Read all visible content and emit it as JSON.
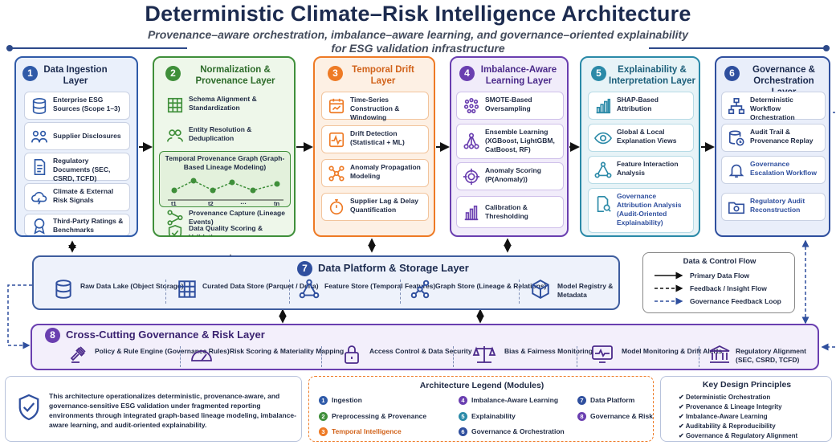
{
  "title": "Deterministic Climate–Risk Intelligence Architecture",
  "subtitle_line1": "Provenance–aware orchestration, imbalance–aware learning, and governance–oriented explainability",
  "subtitle_line2": "for ESG validation infrastructure",
  "colors": {
    "l1": "#2f5aa8",
    "l2": "#3f8f3a",
    "l3": "#ee7a25",
    "l4": "#6a3fb0",
    "l5": "#2b8aa8",
    "l6": "#2f4f9e",
    "navy": "#1c2b4f"
  },
  "layers": [
    {
      "num": "1",
      "title": "Data Ingestion Layer",
      "items": [
        "Enterprise ESG Sources (Scope 1–3)",
        "Supplier Disclosures",
        "Regulatory Documents (SEC, CSRD, TCFD)",
        "Climate & External Risk Signals",
        "Third-Party Ratings & Benchmarks"
      ]
    },
    {
      "num": "2",
      "title": "Normalization & Provenance Layer",
      "items": [
        "Schema Alignment & Standardization",
        "Entity Resolution & Deduplication",
        "Provenance Capture (Lineage Events)",
        "Data Quality Scoring & Validation"
      ],
      "graph_title": "Temporal Provenance Graph (Graph-Based Lineage Modeling)",
      "graph_ticks": [
        "t1",
        "t2",
        "…",
        "tn"
      ]
    },
    {
      "num": "3",
      "title": "Temporal Drift Layer",
      "items": [
        "Time-Series Construction & Windowing",
        "Drift Detection (Statistical + ML)",
        "Anomaly Propagation Modeling",
        "Supplier Lag & Delay Quantification"
      ]
    },
    {
      "num": "4",
      "title": "Imbalance-Aware Learning Layer",
      "items": [
        "SMOTE-Based Oversampling",
        "Ensemble Learning (XGBoost, LightGBM, CatBoost, RF)",
        "Anomaly Scoring (P(Anomaly))",
        "Calibration & Thresholding"
      ]
    },
    {
      "num": "5",
      "title": "Explainability & Interpretation Layer",
      "items": [
        "SHAP-Based Attribution",
        "Global & Local Explanation Views",
        "Feature Interaction Analysis",
        "Governance Attribution Analysis (Audit-Oriented Explainability)"
      ]
    },
    {
      "num": "6",
      "title": "Governance & Orchestration Layer",
      "items": [
        "Deterministic Workflow Orchestration",
        "Audit Trail & Provenance Replay",
        "Governance Escalation Workflow",
        "Regulatory Audit Reconstruction"
      ]
    }
  ],
  "platform": {
    "num": "7",
    "title": "Data Platform & Storage Layer",
    "items": [
      "Raw Data Lake (Object Storage)",
      "Curated Data Store (Parquet / Delta)",
      "Feature Store (Temporal Features)",
      "Graph Store (Lineage & Relations)",
      "Model Registry & Metadata"
    ]
  },
  "flow_legend": {
    "title": "Data & Control Flow",
    "items": [
      "Primary Data Flow",
      "Feedback / Insight Flow",
      "Governance Feedback Loop"
    ]
  },
  "governance": {
    "num": "8",
    "title": "Cross-Cutting Governance & Risk Layer",
    "items": [
      "Policy & Rule Engine (Governance Rules)",
      "Risk Scoring & Materiality Mapping",
      "Access Control & Data Security",
      "Bias & Fairness Monitoring",
      "Model Monitoring & Drift Alerts",
      "Regulatory Alignment (SEC, CSRD, TCFD)"
    ]
  },
  "summary": "This architecture operationalizes deterministic, provenance-aware, and governance-sensitive ESG validation under fragmented reporting environments through integrated graph-based lineage modeling, imbalance-aware learning, and audit-oriented explainability.",
  "module_legend": {
    "title": "Architecture Legend (Modules)",
    "items": [
      {
        "n": "1",
        "label": "Ingestion"
      },
      {
        "n": "2",
        "label": "Preprocessing & Provenance"
      },
      {
        "n": "3",
        "label": "Temporal Intelligence"
      },
      {
        "n": "4",
        "label": "Imbalance-Aware Learning"
      },
      {
        "n": "5",
        "label": "Explainability"
      },
      {
        "n": "6",
        "label": "Governance & Orchestration"
      },
      {
        "n": "7",
        "label": "Data Platform"
      },
      {
        "n": "8",
        "label": "Governance & Risk"
      }
    ]
  },
  "principles": {
    "title": "Key Design Principles",
    "items": [
      "Deterministic Orchestration",
      "Provenance & Lineage Integrity",
      "Imbalance-Aware Learning",
      "Auditability & Reproducibility",
      "Governance & Regulatory Alignment"
    ],
    "check": "✔"
  }
}
